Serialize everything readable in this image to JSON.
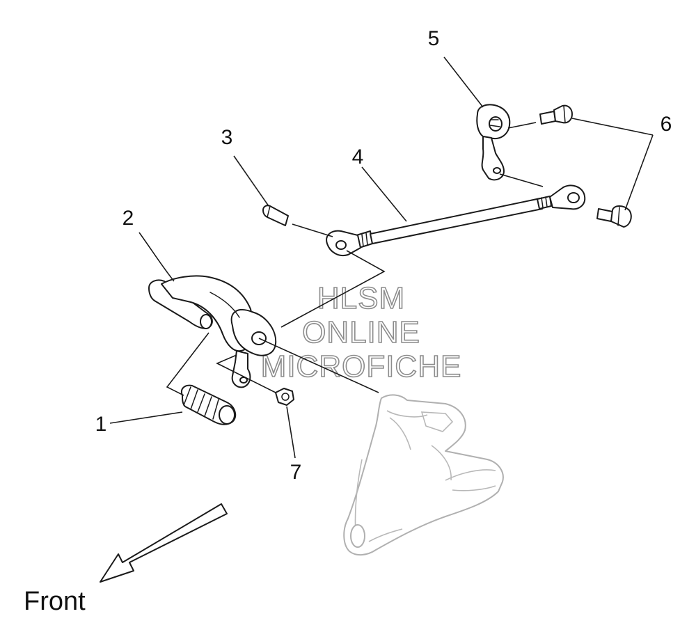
{
  "diagram": {
    "callouts": [
      {
        "id": "1",
        "label": "1"
      },
      {
        "id": "2",
        "label": "2"
      },
      {
        "id": "3",
        "label": "3"
      },
      {
        "id": "4",
        "label": "4"
      },
      {
        "id": "5",
        "label": "5"
      },
      {
        "id": "6",
        "label": "6"
      },
      {
        "id": "7",
        "label": "7"
      }
    ],
    "direction_label": "Front",
    "watermark": {
      "line1": "HLSM",
      "line2": "ONLINE",
      "line3": "MICROFICHE"
    }
  },
  "colors": {
    "line": "#1a1a1a",
    "ghost": "#b0b0b0",
    "background": "#ffffff"
  }
}
